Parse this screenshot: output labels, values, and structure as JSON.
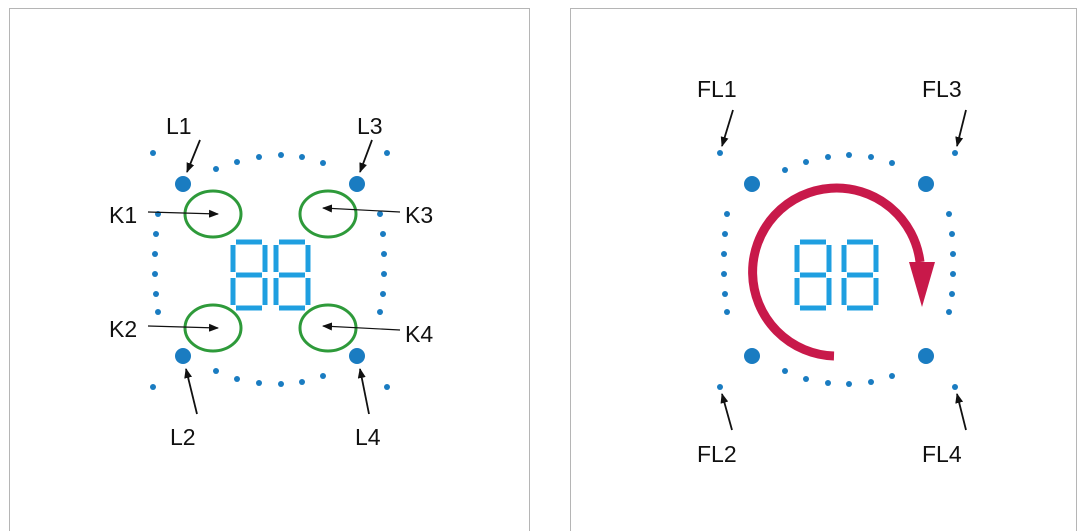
{
  "left_diagram": {
    "leds": [
      "L1",
      "L2",
      "L3",
      "L4"
    ],
    "keys": [
      "K1",
      "K2",
      "K3",
      "K4"
    ]
  },
  "right_diagram": {
    "flash_leds": [
      "FL1",
      "FL2",
      "FL3",
      "FL4"
    ]
  },
  "display": {
    "digits": "88"
  },
  "colors": {
    "led_blue": "#1a7cc1",
    "segment_blue": "#1f9fe0",
    "key_ring_green": "#2e9a3a",
    "rotation_arrow": "#c8194a",
    "pointer_line": "#111111"
  }
}
